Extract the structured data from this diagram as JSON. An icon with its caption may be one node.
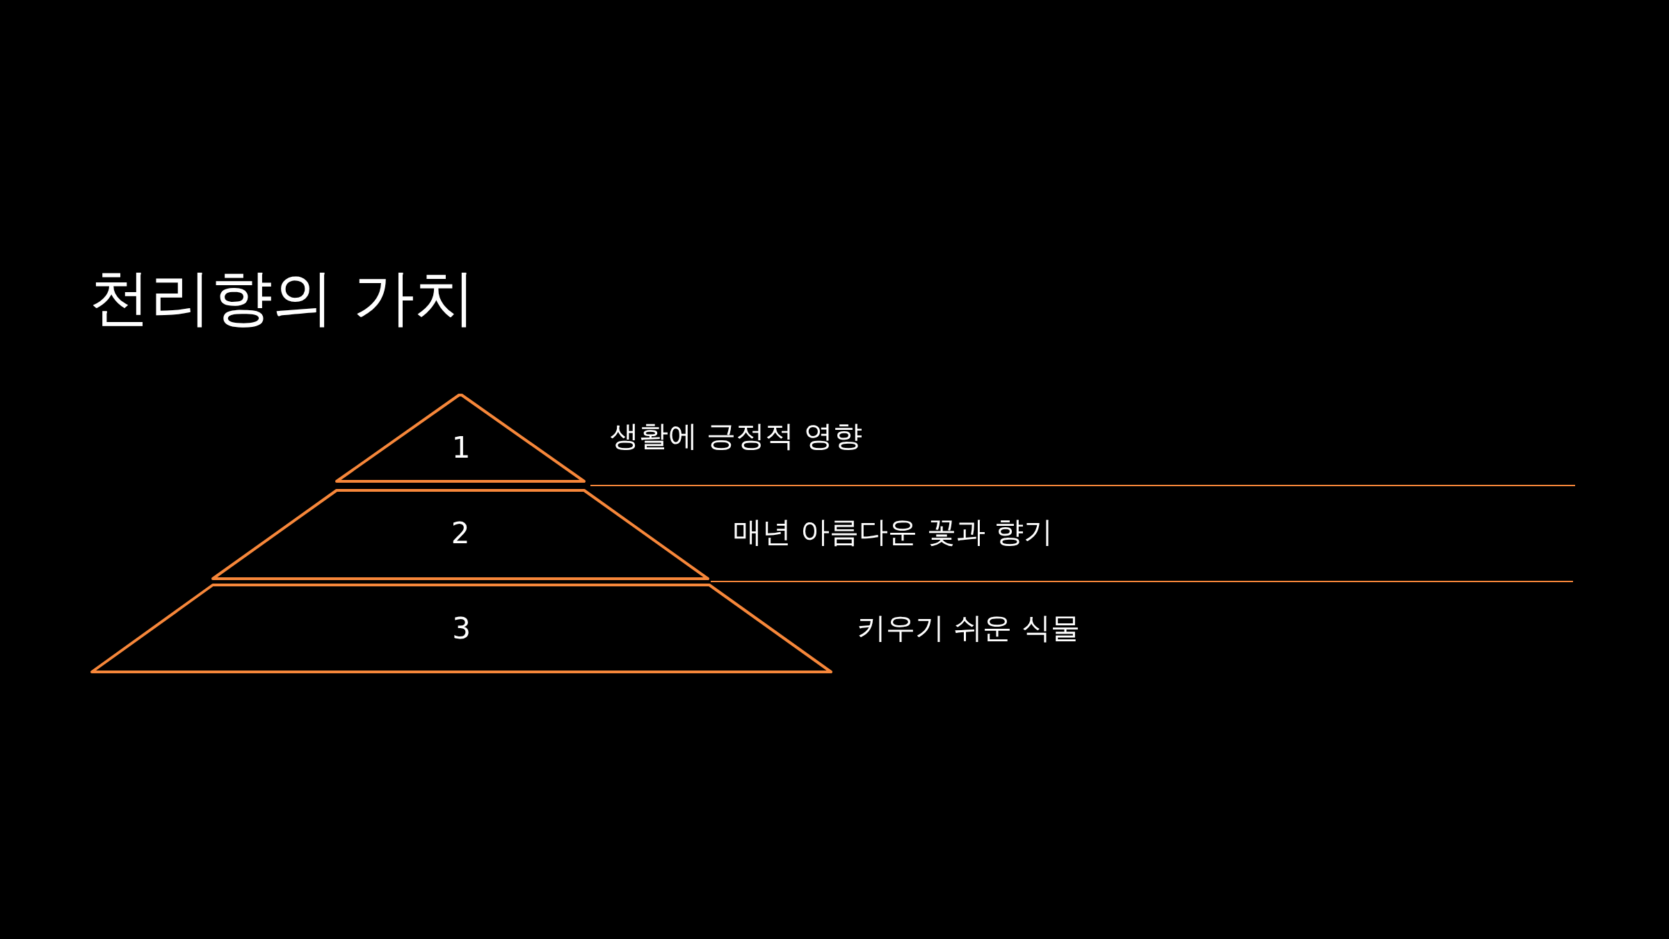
{
  "diagram": {
    "title": "천리향의 가치",
    "nodes": [
      {
        "text": [
          "1"
        ],
        "beside": [
          "생활에 긍정적 영향"
        ]
      },
      {
        "text": [
          "2"
        ],
        "beside": [
          "매년 아름다운 꽃과 향기"
        ]
      },
      {
        "text": [
          "3"
        ],
        "beside": [
          "키우기 쉬운 식물"
        ]
      }
    ]
  }
}
